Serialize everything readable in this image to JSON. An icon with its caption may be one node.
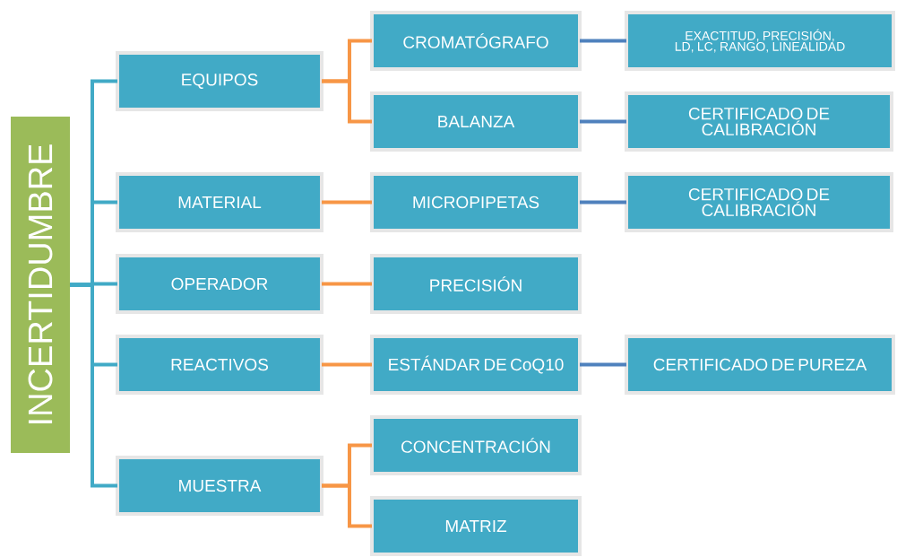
{
  "diagram": {
    "nodes": [
      {
        "text": [
          "INCERTIDUMBRE"
        ]
      },
      {
        "text": [
          "EQUIPOS"
        ]
      },
      {
        "text": [
          "MATERIAL"
        ]
      },
      {
        "text": [
          "OPERADOR"
        ]
      },
      {
        "text": [
          "REACTIVOS"
        ]
      },
      {
        "text": [
          "MUESTRA"
        ]
      },
      {
        "text": [
          "CROMATÓGRAFO"
        ]
      },
      {
        "text": [
          "BALANZA"
        ]
      },
      {
        "text": [
          "MICROPIPETAS"
        ]
      },
      {
        "text": [
          "PRECISIÓN"
        ]
      },
      {
        "text": [
          "ESTÁNDAR DE CoQ10"
        ]
      },
      {
        "text": [
          "CONCENTRACIÓN"
        ]
      },
      {
        "text": [
          "MATRIZ"
        ]
      },
      {
        "text": [
          "EXACTITUD, PRECISIÓN, LD, LC, RANGO, LINEALIDAD"
        ]
      },
      {
        "text": [
          "CERTIFICADO DE CALIBRACIÓN"
        ]
      },
      {
        "text": [
          "CERTIFICADO DE CALIBRACIÓN"
        ]
      },
      {
        "text": [
          "CERTIFICADO DE PUREZA"
        ]
      }
    ],
    "edges": [
      {
        "from": 0,
        "to": 1,
        "arrow": "none",
        "color": "#41aac6"
      },
      {
        "from": 0,
        "to": 2,
        "arrow": "none",
        "color": "#41aac6"
      },
      {
        "from": 0,
        "to": 3,
        "arrow": "none",
        "color": "#41aac6"
      },
      {
        "from": 0,
        "to": 4,
        "arrow": "none",
        "color": "#41aac6"
      },
      {
        "from": 0,
        "to": 5,
        "arrow": "none",
        "color": "#41aac6"
      },
      {
        "from": 1,
        "to": 6,
        "arrow": "none"
      },
      {
        "from": 1,
        "to": 7,
        "arrow": "none"
      },
      {
        "from": 2,
        "to": 8,
        "arrow": "none"
      },
      {
        "from": 3,
        "to": 9,
        "arrow": "none"
      },
      {
        "from": 4,
        "to": 10,
        "arrow": "none"
      },
      {
        "from": 5,
        "to": 11,
        "arrow": "none"
      },
      {
        "from": 5,
        "to": 12,
        "arrow": "none"
      },
      {
        "from": 6,
        "to": 13,
        "arrow": "none",
        "color": "#4f81bd"
      },
      {
        "from": 7,
        "to": 14,
        "arrow": "none",
        "color": "#4f81bd"
      },
      {
        "from": 8,
        "to": 15,
        "arrow": "none",
        "color": "#4f81bd"
      },
      {
        "from": 10,
        "to": 16,
        "arrow": "none",
        "color": "#4f81bd"
      }
    ]
  }
}
